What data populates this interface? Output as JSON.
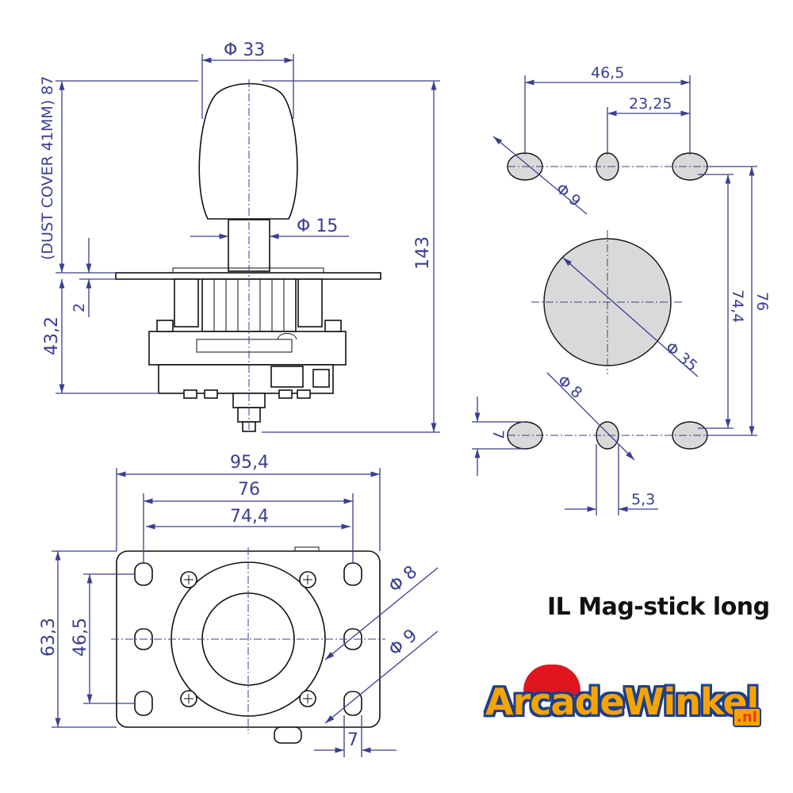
{
  "product_name": "IL Mag-stick long",
  "logo": {
    "text": "ArcadeWinkel",
    "suffix": ".nl"
  },
  "colors": {
    "dimension": "#3a3f8f",
    "outline": "#111111",
    "hole_fill": "#d9d9d9",
    "logo_orange": "#f7a400",
    "logo_blue": "#1d3f8a",
    "logo_red": "#e0161e"
  },
  "side_view": {
    "ball_diameter": "Φ 33",
    "shaft_diameter": "Φ 15",
    "total_height": "143",
    "dust_cover_note": "(DUST COVER 41MM) 87",
    "plate_thickness": "2",
    "base_height": "43,2"
  },
  "hole_pattern": {
    "width_outer": "46,5",
    "width_half": "23,25",
    "hole_large": "Φ 9",
    "center_hole": "Φ 35",
    "hole_small": "Φ 8",
    "height_inner": "74,4",
    "height_outer": "76",
    "hole_height": "7",
    "hole_offset": "5,3"
  },
  "top_view": {
    "plate_width": "95,4",
    "hole_spacing_outer": "76",
    "hole_spacing_inner": "74,4",
    "plate_height": "63,3",
    "hole_spacing_vertical": "46,5",
    "hole_small": "Φ 8",
    "hole_large": "Φ 9",
    "hole_width": "7"
  }
}
